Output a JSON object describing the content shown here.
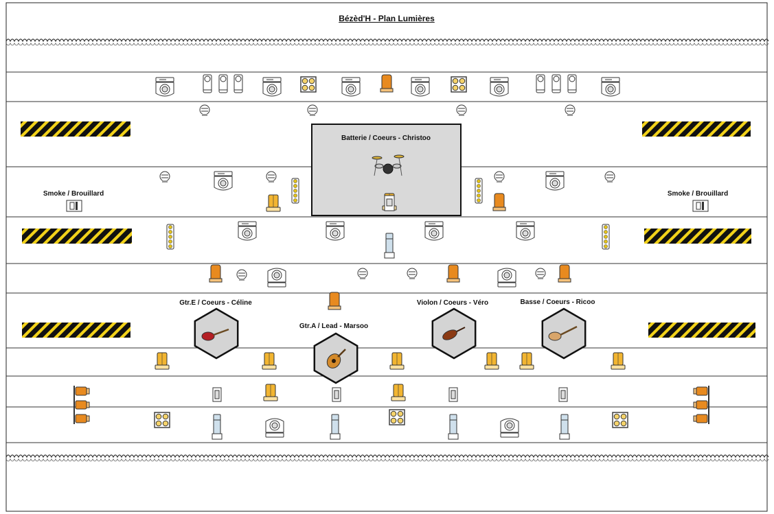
{
  "title": "Bézèd'H - Plan Lumières",
  "colors": {
    "hazard_yellow": "#f2d21a",
    "amber": "#e88a1f",
    "drum_riser": "#d9d9d9",
    "line": "#333333"
  },
  "musicians": [
    {
      "id": "batterie",
      "label": "Batterie / Coeurs - Christoo",
      "instrument": "drum-kit-icon"
    },
    {
      "id": "gtre",
      "label": "Gtr.E / Coeurs - Céline",
      "instrument": "electric-guitar-icon"
    },
    {
      "id": "gtra",
      "label": "Gtr.A / Lead - Marsoo",
      "instrument": "acoustic-guitar-icon"
    },
    {
      "id": "violon",
      "label": "Violon / Coeurs - Véro",
      "instrument": "violin-icon"
    },
    {
      "id": "basse",
      "label": "Basse / Coeurs - Ricoo",
      "instrument": "bass-guitar-icon"
    }
  ],
  "smoke": [
    {
      "id": "left",
      "label": "Smoke / Brouillard"
    },
    {
      "id": "right",
      "label": "Smoke / Brouillard"
    }
  ],
  "fixture_types": {
    "moving-head": "moving-head-icon",
    "par-can": "par-can-icon",
    "led-quad": "led-quad-par-icon",
    "amber-par": "amber-par-icon",
    "mini-spot": "mini-spot-icon",
    "led-bar": "led-bar-icon",
    "follow-spot": "follow-spot-icon",
    "profile": "profile-spot-icon",
    "blinder": "blinder-icon",
    "smoke-machine": "smoke-machine-icon",
    "hazard-tape": "hazard-tape-icon"
  }
}
